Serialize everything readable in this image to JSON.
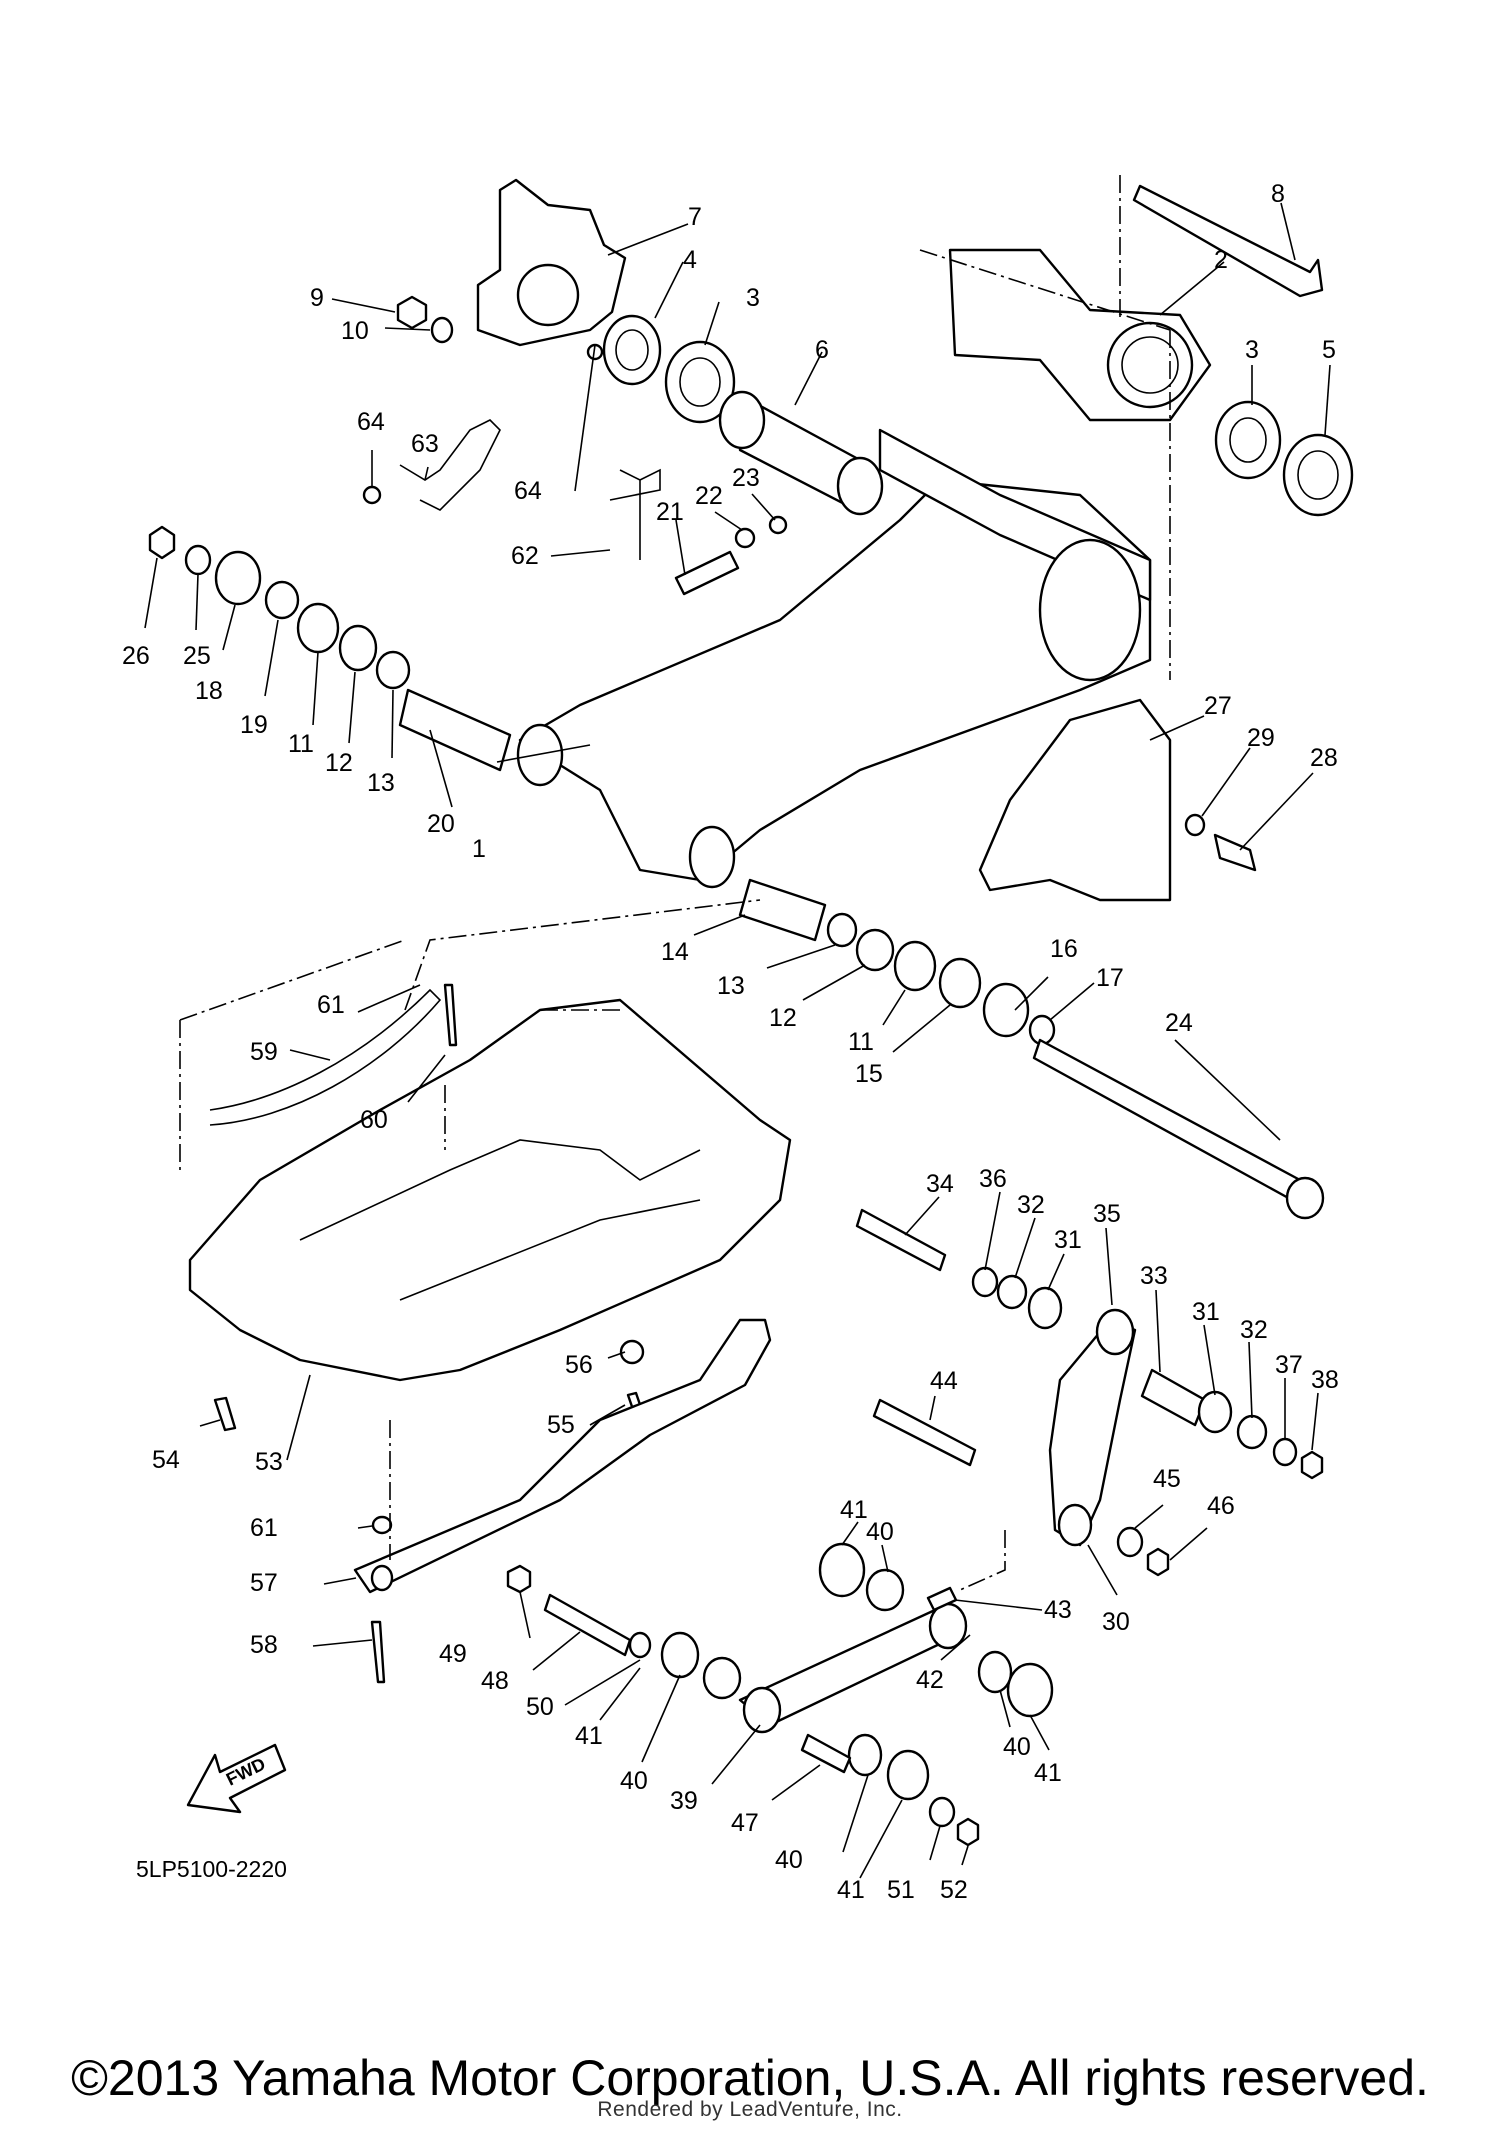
{
  "diagram": {
    "code": "5LP5100-2220",
    "direction_label": "FWD",
    "callouts": [
      "1",
      "2",
      "3",
      "3",
      "4",
      "5",
      "6",
      "7",
      "8",
      "9",
      "10",
      "11",
      "11",
      "12",
      "12",
      "13",
      "13",
      "14",
      "15",
      "16",
      "17",
      "18",
      "19",
      "20",
      "21",
      "22",
      "23",
      "24",
      "25",
      "26",
      "27",
      "28",
      "29",
      "30",
      "31",
      "31",
      "32",
      "32",
      "33",
      "34",
      "35",
      "36",
      "37",
      "38",
      "39",
      "40",
      "40",
      "40",
      "40",
      "41",
      "41",
      "41",
      "41",
      "42",
      "43",
      "44",
      "45",
      "46",
      "47",
      "48",
      "49",
      "50",
      "51",
      "52",
      "53",
      "54",
      "55",
      "56",
      "57",
      "58",
      "59",
      "60",
      "61",
      "61",
      "62",
      "63",
      "64",
      "64"
    ]
  },
  "footer": {
    "copyright": "©2013 Yamaha Motor Corporation, U.S.A. All rights reserved.",
    "rendered_by": "Rendered by LeadVenture, Inc."
  }
}
